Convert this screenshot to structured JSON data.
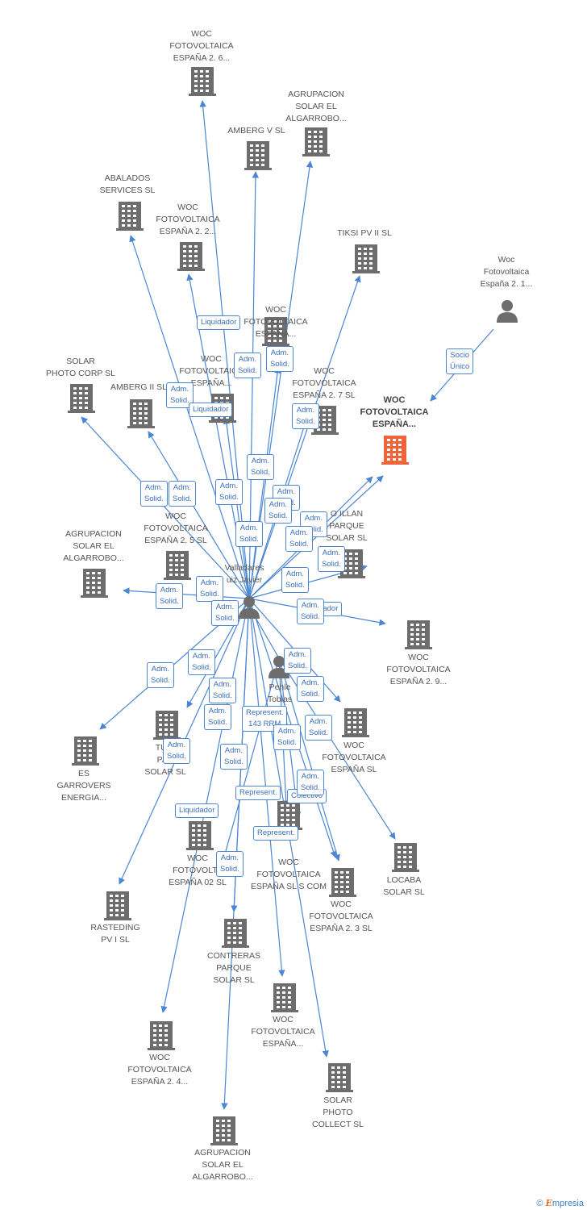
{
  "colors": {
    "edge": "#4a86d4",
    "building": "#6d6d6d",
    "focus": "#f0643c",
    "person": "#6d6d6d"
  },
  "nodes": [
    {
      "id": "n1",
      "type": "company",
      "label": "WOC\nFOTOVOLTAICA\nESPAÑA 2. 6..."
    },
    {
      "id": "n2",
      "type": "company",
      "label": "AGRUPACION\nSOLAR EL\nALGARROBO..."
    },
    {
      "id": "n3",
      "type": "company",
      "label": "AMBERG V SL"
    },
    {
      "id": "n4",
      "type": "company",
      "label": "ABALADOS\nSERVICES SL"
    },
    {
      "id": "n5",
      "type": "company",
      "label": "WOC\nFOTOVOLTAICA\nESPAÑA 2. 2..."
    },
    {
      "id": "n6",
      "type": "company",
      "label": "TIKSI PV II SL"
    },
    {
      "id": "n7",
      "type": "person",
      "label": "Woc\nFotovoltaica\nEspaña 2. 1..."
    },
    {
      "id": "n8",
      "type": "company",
      "label": "WOC\nFOTOVOLTAICA\nESPAÑA..."
    },
    {
      "id": "n9",
      "type": "company",
      "label": "SOLAR\nPHOTO CORP SL"
    },
    {
      "id": "n10",
      "type": "company",
      "label": "AMBERG II SL"
    },
    {
      "id": "n11",
      "type": "company",
      "label": "WOC\nFOTOVOLTAICA\nESPAÑA..."
    },
    {
      "id": "n12",
      "type": "company",
      "label": "WOC\nFOTOVOLTAICA\nESPAÑA 2. 7 SL"
    },
    {
      "id": "n13",
      "type": "focus",
      "label": "WOC\nFOTOVOLTAICA\nESPAÑA..."
    },
    {
      "id": "n14",
      "type": "company",
      "label": "WOC\nFOTOVOLTAICA\nESPAÑA 2. 5 SL"
    },
    {
      "id": "n15",
      "type": "company",
      "label": "AGRUPACION\nSOLAR EL\nALGARROBO..."
    },
    {
      "id": "n16",
      "type": "company",
      "label": "O ILLAN\nPARQUE\nSOLAR SL"
    },
    {
      "id": "n17",
      "type": "person",
      "label": "Valladares\nuiz Javier"
    },
    {
      "id": "n18",
      "type": "company",
      "label": "WOC\nFOTOVOLTAICA\nESPAÑA 2. 9..."
    },
    {
      "id": "n19",
      "type": "person",
      "label": "Pehle\nTobias"
    },
    {
      "id": "n20",
      "type": "company",
      "label": "TURI\nPAR\nSOLAR SL"
    },
    {
      "id": "n21",
      "type": "company",
      "label": "ES\nGARROVERS\nENERGIA..."
    },
    {
      "id": "n22",
      "type": "company",
      "label": "WOC\nFOTOVOLTAICA\nESPAÑA SL"
    },
    {
      "id": "n23",
      "type": "company",
      "label": "WOC\nFOTOVOLTA\nESPAÑA 02 SL"
    },
    {
      "id": "n24",
      "type": "company",
      "label": "WOC\nFOTOVOLTAICA\nESPAÑA SL S COM"
    },
    {
      "id": "n25",
      "type": "company",
      "label": "LOCABA\nSOLAR SL"
    },
    {
      "id": "n26",
      "type": "company",
      "label": "RASTEDING\nPV I SL"
    },
    {
      "id": "n27",
      "type": "company",
      "label": "WOC\nFOTOVOLTAICA\nESPAÑA 2. 3 SL"
    },
    {
      "id": "n28",
      "type": "company",
      "label": "CONTRERAS\nPARQUE\nSOLAR SL"
    },
    {
      "id": "n29",
      "type": "company",
      "label": "WOC\nFOTOVOLTAICA\nESPAÑA..."
    },
    {
      "id": "n30",
      "type": "company",
      "label": "WOC\nFOTOVOLTAICA\nESPAÑA 2. 4..."
    },
    {
      "id": "n31",
      "type": "company",
      "label": "SOLAR\nPHOTO\nCOLLECT SL"
    },
    {
      "id": "n32",
      "type": "company",
      "label": "AGRUPACION\nSOLAR EL\nALGARROBO..."
    }
  ],
  "badges": [
    {
      "id": "b1",
      "text": "Liquidador"
    },
    {
      "id": "b2",
      "text": "Socio\nÚnico"
    },
    {
      "id": "b3",
      "text": "Adm.\nSolid."
    },
    {
      "id": "b4",
      "text": "Adm.\nSolid."
    },
    {
      "id": "b5",
      "text": "Adm.\nSolid."
    },
    {
      "id": "b6",
      "text": "Liquidador"
    },
    {
      "id": "b7",
      "text": "Adm.\nSolid."
    },
    {
      "id": "b8",
      "text": "Adm.\nSolid."
    },
    {
      "id": "b9",
      "text": "Adm.\nSolid."
    },
    {
      "id": "b10",
      "text": "Adm.\nSolid."
    },
    {
      "id": "b11",
      "text": "Adm.\nSolid."
    },
    {
      "id": "b12",
      "text": "Adm.\nSolid."
    },
    {
      "id": "b13",
      "text": "Adm.\nSolid."
    },
    {
      "id": "b14",
      "text": "Adm.\nSolid."
    },
    {
      "id": "b15",
      "text": "Adm.\nSolid."
    },
    {
      "id": "b16",
      "text": "Adm.\nSolid."
    },
    {
      "id": "b17",
      "text": "Adm.\nSolid."
    },
    {
      "id": "b18",
      "text": "Adm.\nSolid."
    },
    {
      "id": "b19",
      "text": "Adm.\nSolid."
    },
    {
      "id": "b20",
      "text": "Adm.\nSolid."
    },
    {
      "id": "b21",
      "text": "Adm.\nSolid."
    },
    {
      "id": "b22",
      "text": "Liquidador"
    },
    {
      "id": "b23",
      "text": "Adm.\nSolid."
    },
    {
      "id": "b24",
      "text": "Adm.\nSolid."
    },
    {
      "id": "b25",
      "text": "Adm.\nSolid."
    },
    {
      "id": "b26",
      "text": "Adm.\nSolid."
    },
    {
      "id": "b27",
      "text": "Adm.\nSolid."
    },
    {
      "id": "b28",
      "text": "Adm.\nSolid."
    },
    {
      "id": "b29",
      "text": "Represent.\n143 RRM"
    },
    {
      "id": "b30",
      "text": "Adm.\nSolid."
    },
    {
      "id": "b31",
      "text": "Adm.\nSolid."
    },
    {
      "id": "b32",
      "text": "Adm.\nSolid."
    },
    {
      "id": "b33",
      "text": "Adm.\nSolid."
    },
    {
      "id": "b34",
      "text": "Adm.\nSolid."
    },
    {
      "id": "b35",
      "text": "Colectivo"
    },
    {
      "id": "b36",
      "text": "Represent."
    },
    {
      "id": "b37",
      "text": "Adm.\nSolid."
    },
    {
      "id": "b38",
      "text": "Liquidador"
    },
    {
      "id": "b39",
      "text": "Represent."
    },
    {
      "id": "b40",
      "text": "Adm.\nSolid."
    }
  ],
  "footer": {
    "copyright": "©",
    "brand_initial": "E",
    "brand_rest": "mpresia"
  }
}
